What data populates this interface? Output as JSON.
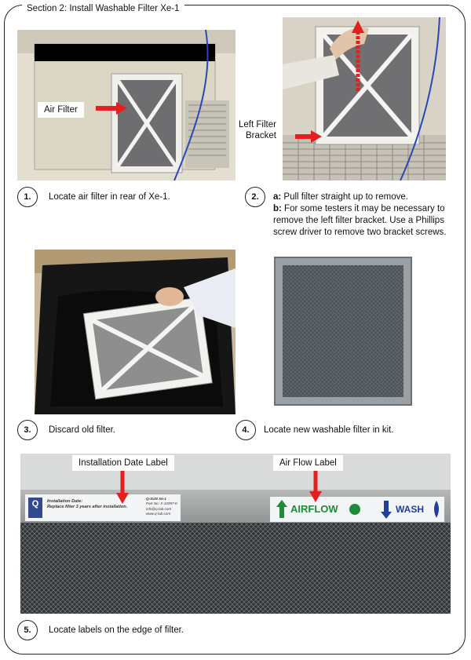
{
  "section_title": "Section 2: Install Washable Filter Xe-1",
  "steps": [
    {
      "number": "1.",
      "text": "Locate air filter in rear of Xe-1."
    },
    {
      "number": "2.",
      "line_a_prefix": "a:",
      "line_a": " Pull filter straight up to remove.",
      "line_b_prefix": "b:",
      "line_b": " For some testers it may be necessary to remove the left filter bracket.  Use a Phillips screw driver to remove two bracket screws."
    },
    {
      "number": "3.",
      "text": "Discard old filter."
    },
    {
      "number": "4.",
      "text": "Locate new washable filter in kit."
    },
    {
      "number": "5.",
      "text": "Locate labels on the edge of filter."
    }
  ],
  "callouts": {
    "air_filter": "Air Filter",
    "left_filter_bracket_line1": "Left Filter",
    "left_filter_bracket_line2": "Bracket",
    "installation_date_label": "Installation Date Label",
    "air_flow_label": "Air Flow Label"
  },
  "filter_label": {
    "logo_text": "Q",
    "installation_date": "Installation Date:",
    "replace_text": "Replace filter 3 years after installation.",
    "product": "Q-SUN Xe-1",
    "part_no": "Part No: X-10997-K",
    "email": "info@q-lab.com",
    "website": "www.q-lab.com",
    "airflow": "AIRFLOW",
    "wash": "WASH"
  },
  "colors": {
    "arrow_red": "#e41f1f",
    "airflow_green": "#1f8a3a",
    "wash_blue": "#1f3f9a"
  }
}
